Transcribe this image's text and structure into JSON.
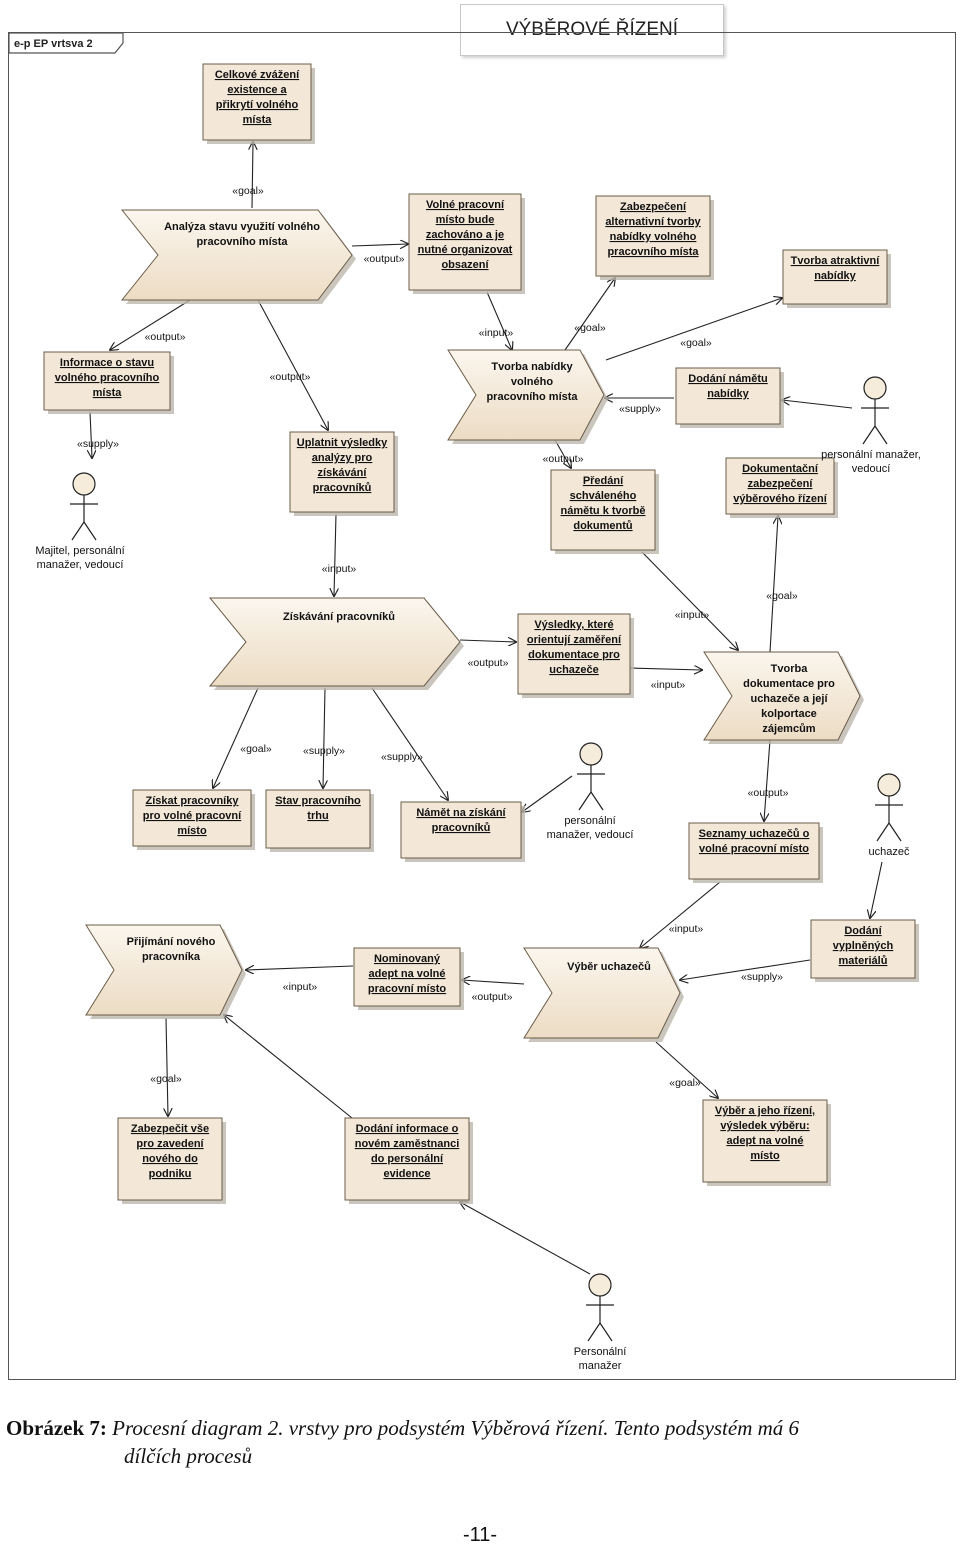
{
  "header": {
    "title": "VÝBĚROVÉ ŘÍZENÍ"
  },
  "frame": {
    "tab_label": "e-p EP vrtsva 2"
  },
  "colors": {
    "box_fill": "#f3e8d8",
    "box_stroke": "#6b5c48",
    "shadow": "#bdb6ad",
    "line": "#222222"
  },
  "processes": [
    {
      "id": "p1",
      "lines": [
        "Analýza stavu využití volného",
        "pracovního místa"
      ]
    },
    {
      "id": "p2",
      "lines": [
        "Tvorba nabídky",
        "volného",
        "pracovního místa"
      ]
    },
    {
      "id": "p3",
      "lines": [
        "Získávání pracovníků"
      ]
    },
    {
      "id": "p4",
      "lines": [
        "Tvorba",
        "dokumentace pro",
        "uchazeče a její",
        "kolportace",
        "zájemcům"
      ]
    },
    {
      "id": "p5",
      "lines": [
        "Výběr uchazečů"
      ]
    },
    {
      "id": "p6",
      "lines": [
        "Přijímání nového",
        "pracovníka"
      ]
    }
  ],
  "objects": [
    {
      "id": "o1",
      "lines": [
        "Celkové zvážení",
        "existence a",
        "přikrytí volného",
        "místa"
      ]
    },
    {
      "id": "o2",
      "lines": [
        "Volné pracovní",
        "místo bude",
        "zachováno a je",
        "nutné organizovat",
        "obsazení"
      ]
    },
    {
      "id": "o3",
      "lines": [
        "Zabezpečení",
        "alternativní tvorby",
        "nabídky volného",
        "pracovního místa"
      ]
    },
    {
      "id": "o4",
      "lines": [
        "Tvorba atraktivní",
        "nabídky"
      ]
    },
    {
      "id": "o5",
      "lines": [
        "Informace o stavu",
        "volného pracovního",
        "místa"
      ]
    },
    {
      "id": "o6",
      "lines": [
        "Dodání námětu",
        "nabídky"
      ]
    },
    {
      "id": "o7",
      "lines": [
        "Uplatnit výsledky",
        "analýzy pro",
        "získávání",
        "pracovníků"
      ]
    },
    {
      "id": "o8",
      "lines": [
        "Předání",
        "schváleného",
        "námětu k tvorbě",
        "dokumentů"
      ]
    },
    {
      "id": "o9",
      "lines": [
        "Dokumentační",
        "zabezpečení",
        "výběrového řízení"
      ]
    },
    {
      "id": "o10",
      "lines": [
        "Výsledky, které",
        "orientují zaměření",
        "dokumentace pro",
        "uchazeče"
      ]
    },
    {
      "id": "o11",
      "lines": [
        "Získat pracovníky",
        "pro volné pracovní",
        "místo"
      ]
    },
    {
      "id": "o12",
      "lines": [
        "Stav pracovního",
        "trhu"
      ]
    },
    {
      "id": "o13",
      "lines": [
        "Námět na získání",
        "pracovníků"
      ]
    },
    {
      "id": "o14",
      "lines": [
        "Seznamy uchazečů o",
        "volné pracovní místo"
      ]
    },
    {
      "id": "o15",
      "lines": [
        "Dodání",
        "vyplněných",
        "materiálů"
      ]
    },
    {
      "id": "o16",
      "lines": [
        "Nominovaný",
        "adept na volné",
        "pracovní místo"
      ]
    },
    {
      "id": "o17",
      "lines": [
        "Zabezpečit vše",
        "pro zavedení",
        "nového do",
        "podniku"
      ]
    },
    {
      "id": "o18",
      "lines": [
        "Dodání informace o",
        "novém zaměstnanci",
        "do personální",
        "evidence"
      ]
    },
    {
      "id": "o19",
      "lines": [
        "Výběr a jeho řízení,",
        "výsledek výběru:",
        "adept na volné",
        "místo"
      ]
    }
  ],
  "actors": [
    {
      "id": "a1",
      "lines": [
        "personální manažer,",
        "vedoucí"
      ]
    },
    {
      "id": "a2",
      "lines": [
        "Majitel, personální",
        "manažer, vedoucí"
      ]
    },
    {
      "id": "a3",
      "lines": [
        "personální",
        "manažer, vedoucí"
      ]
    },
    {
      "id": "a4",
      "lines": [
        "uchazeč"
      ]
    },
    {
      "id": "a5",
      "lines": [
        "Personální",
        "manažer"
      ]
    }
  ],
  "relations": [
    {
      "id": "r1",
      "label": "«goal»"
    },
    {
      "id": "r2",
      "label": "«output»"
    },
    {
      "id": "r3",
      "label": "«output»"
    },
    {
      "id": "r4",
      "label": "«output»"
    },
    {
      "id": "r5",
      "label": "«supply»"
    },
    {
      "id": "r6",
      "label": "«input»"
    },
    {
      "id": "r7",
      "label": "«goal»"
    },
    {
      "id": "r8",
      "label": "«goal»"
    },
    {
      "id": "r9",
      "label": "«supply»"
    },
    {
      "id": "r10",
      "label": "«output»"
    },
    {
      "id": "r11",
      "label": "«input»"
    },
    {
      "id": "r12",
      "label": "«output»"
    },
    {
      "id": "r13",
      "label": "«input»"
    },
    {
      "id": "r14",
      "label": "«input»"
    },
    {
      "id": "r15",
      "label": "«goal»"
    },
    {
      "id": "r16",
      "label": "«goal»"
    },
    {
      "id": "r17",
      "label": "«supply»"
    },
    {
      "id": "r18",
      "label": "«supply»"
    },
    {
      "id": "r19",
      "label": "«output»"
    },
    {
      "id": "r20",
      "label": "«input»"
    },
    {
      "id": "r21",
      "label": "«supply»"
    },
    {
      "id": "r22",
      "label": "«output»"
    },
    {
      "id": "r23",
      "label": "«input»"
    },
    {
      "id": "r24",
      "label": "«goal»"
    },
    {
      "id": "r25",
      "label": "«goal»"
    }
  ],
  "caption": {
    "label": "Obrázek 7:",
    "text": "Procesní diagram 2. vrstvy pro podsystém Výběrová řízení. Tento podsystém má 6",
    "text2": "dílčích procesů"
  },
  "page_number": "-11-"
}
